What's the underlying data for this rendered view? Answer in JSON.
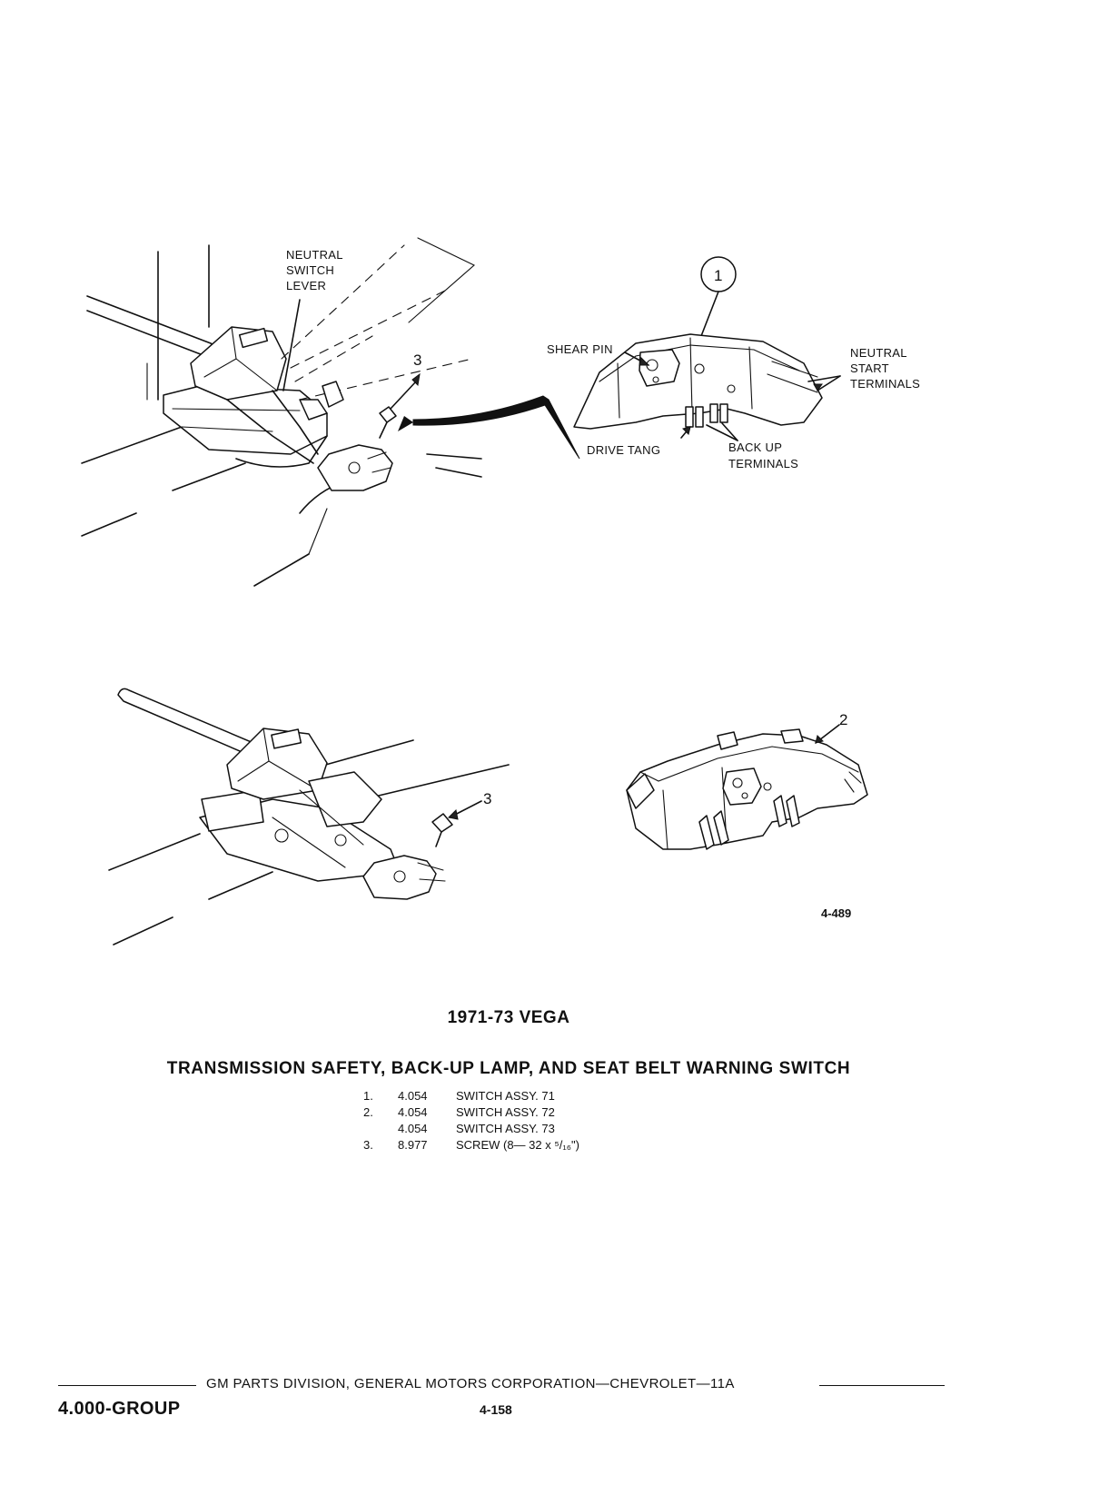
{
  "figure": {
    "callouts": {
      "neutral_switch_lever": [
        "NEUTRAL",
        "SWITCH",
        "LEVER"
      ],
      "item_3_top": "3",
      "item_1": "1",
      "shear_pin": "SHEAR PIN",
      "neutral_start_terminals": [
        "NEUTRAL",
        "START",
        "TERMINALS"
      ],
      "drive_tang": "DRIVE TANG",
      "back_up_terminals": [
        "BACK UP",
        "TERMINALS"
      ],
      "item_3_bottom": "3",
      "item_2": "2"
    },
    "figure_number": "4-489"
  },
  "model_title": "1971-73 VEGA",
  "section_title": "TRANSMISSION SAFETY, BACK-UP LAMP, AND SEAT BELT WARNING SWITCH",
  "parts_list": [
    {
      "index": "1.",
      "part_number": "4.054",
      "description": "SWITCH ASSY. 71"
    },
    {
      "index": "2.",
      "part_number": "4.054",
      "description": "SWITCH ASSY. 72"
    },
    {
      "index": "",
      "part_number": "4.054",
      "description": "SWITCH ASSY. 73"
    },
    {
      "index": "3.",
      "part_number": "8.977",
      "description": "SCREW (8— 32 x ⁵/₁₆\")"
    }
  ],
  "footer": {
    "credit": "GM PARTS DIVISION, GENERAL MOTORS CORPORATION—CHEVROLET—11A",
    "group": "4.000-GROUP",
    "page": "4-158"
  }
}
